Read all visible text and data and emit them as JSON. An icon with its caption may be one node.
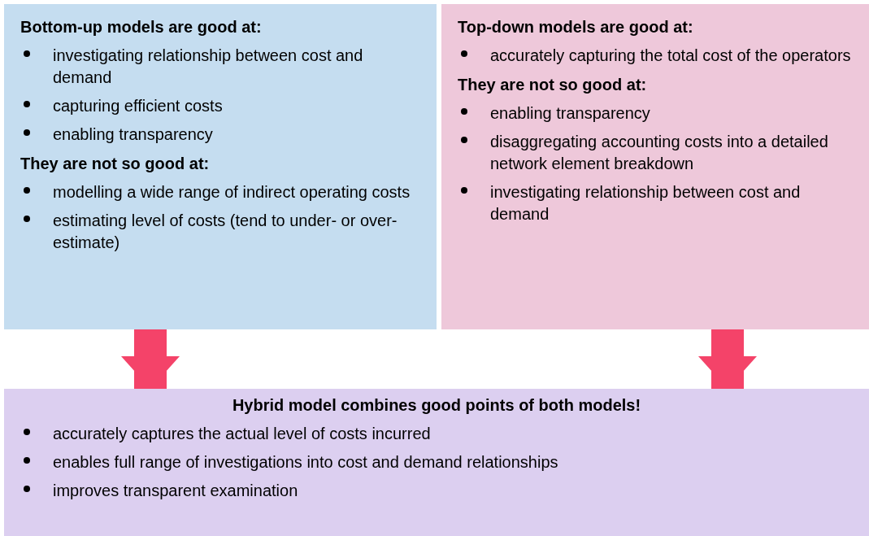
{
  "diagram": {
    "nodes": [
      {
        "text": [
          "Bottom-up models are good at:",
          "investigating relationship between cost and demand",
          "capturing efficient costs",
          "enabling transparency",
          "They are not so good at:",
          "modelling a wide range of indirect operating costs",
          "estimating level of costs (tend to under- or over-estimate)"
        ]
      },
      {
        "text": [
          "Top-down models are good at:",
          "accurately capturing the total cost of the operators",
          "They are not so good at:",
          "enabling transparency",
          "disaggregating accounting costs into a detailed network element breakdown",
          "investigating relationship between cost and demand"
        ]
      },
      {
        "text": [
          "Hybrid model combines good points of both models!",
          "accurately captures the actual level of costs incurred",
          "enables full range of investigations into cost and demand relationships",
          "improves transparent examination"
        ]
      }
    ],
    "edges": [
      {
        "from": 0,
        "to": 2,
        "arrow": "to"
      },
      {
        "from": 1,
        "to": 2,
        "arrow": "to"
      }
    ]
  }
}
